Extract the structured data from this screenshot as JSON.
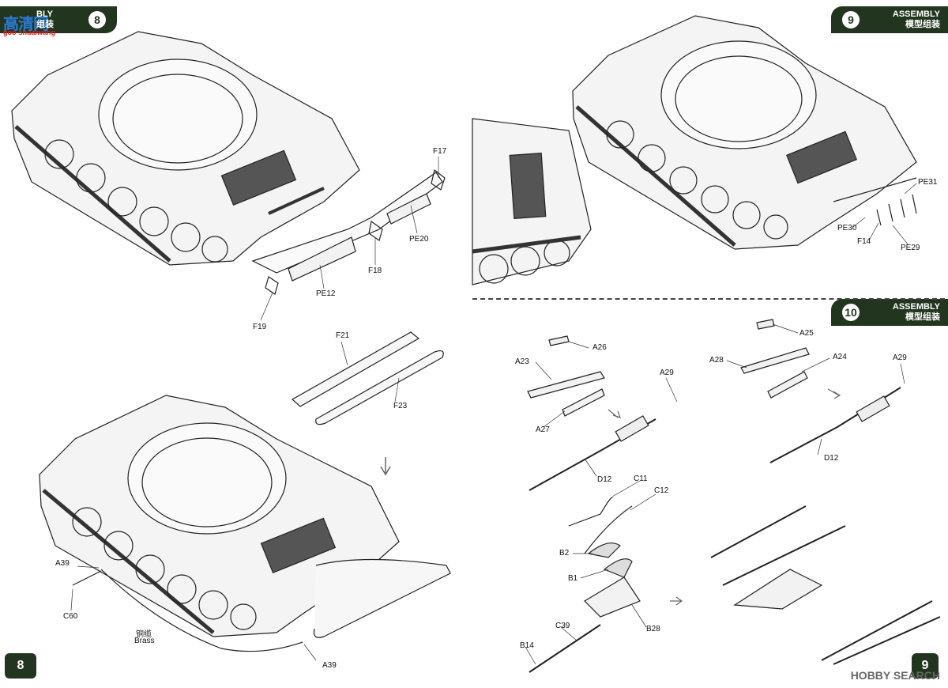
{
  "watermark": {
    "logo_text": "高清网",
    "logo_sub": "goo-shuaiwang"
  },
  "steps": [
    {
      "number": "8",
      "title": "ASSEMBLY",
      "subtitle": "模型组装"
    },
    {
      "number": "9",
      "title": "ASSEMBLY",
      "subtitle": "模型组装"
    },
    {
      "number": "10",
      "title": "ASSEMBLY",
      "subtitle": "模型组装"
    }
  ],
  "step8_header_fragment": "BLY",
  "step8_header_sub": "组装",
  "part_labels": {
    "F17": "F17",
    "PE20": "PE20",
    "F18": "F18",
    "PE12": "PE12",
    "F19": "F19",
    "F21": "F21",
    "F23": "F23",
    "A39_top": "A39",
    "C60": "C60",
    "brass_cn": "铜缆",
    "brass_en": "Brass",
    "A39_bottom": "A39",
    "PE31": "PE31",
    "PE30": "PE30",
    "F14": "F14",
    "PE29": "PE29",
    "A26": "A26",
    "A23": "A23",
    "A27": "A27",
    "A29_left": "A29",
    "D12_left": "D12",
    "C11": "C11",
    "C12": "C12",
    "B2": "B2",
    "B1": "B1",
    "B28": "B28",
    "C39": "C39",
    "B14": "B14",
    "A25": "A25",
    "A28": "A28",
    "A24": "A24",
    "A29_right": "A29",
    "D12_right": "D12"
  },
  "page_numbers": {
    "left": "8",
    "right": "9"
  },
  "source_mark": "HOBBY SEARCH"
}
